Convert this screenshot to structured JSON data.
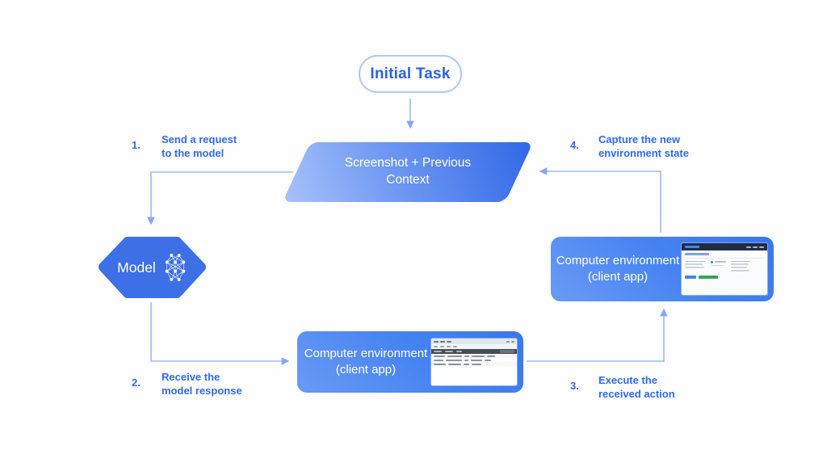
{
  "pill": {
    "label": "Initial Task"
  },
  "parallelogram": {
    "line1": "Screenshot + Previous",
    "line2": "Context"
  },
  "model": {
    "label": "Model",
    "icon": "neural-network-icon"
  },
  "env_bottom": {
    "line1": "Computer environment",
    "line2": "(client app)",
    "thumbnail": "file-manager-window-thumbnail"
  },
  "env_right": {
    "line1": "Computer environment",
    "line2": "(client app)",
    "thumbnail": "web-app-window-thumbnail"
  },
  "steps": [
    {
      "number": "1.",
      "line1": "Send a request",
      "line2": "to the model"
    },
    {
      "number": "2.",
      "line1": "Receive the",
      "line2": "model response"
    },
    {
      "number": "3.",
      "line1": "Execute the",
      "line2": "received action"
    },
    {
      "number": "4.",
      "line1": "Capture the new",
      "line2": "environment state"
    }
  ],
  "colors": {
    "accent_blue": "#4285f4",
    "hexagon_fill": "#3d6fe6",
    "gradient_light": "#a9c3fa",
    "gradient_dark": "#2f67e6",
    "connector_line": "#9db9f0",
    "label_text": "#2e6af0",
    "pill_border": "#b3c8f7",
    "thumb_navy": "#202c42",
    "thumb_green": "#34a853"
  }
}
